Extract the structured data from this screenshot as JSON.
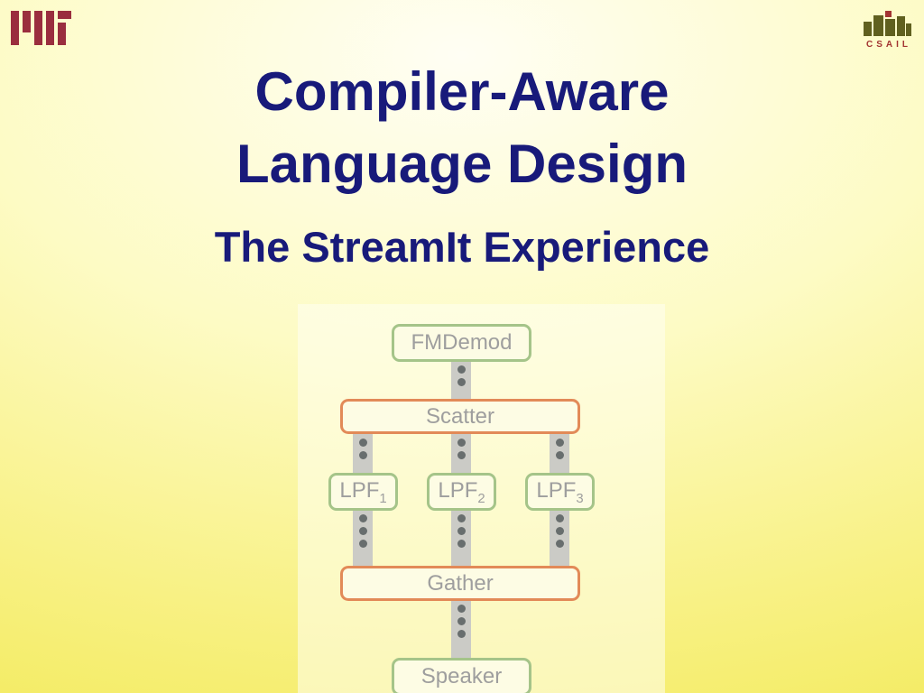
{
  "slide": {
    "title_line1": "Compiler-Aware",
    "title_line2": "Language Design",
    "subtitle": "The StreamIt Experience"
  },
  "logos": {
    "mit_name": "MIT",
    "csail_text": "CSAIL"
  },
  "diagram": {
    "fmdemod_label": "FMDemod",
    "scatter_label": "Scatter",
    "lpf_label": "LPF",
    "lpf_subscripts": [
      "1",
      "2",
      "3"
    ],
    "gather_label": "Gather",
    "speaker_label": "Speaker",
    "channels": {
      "fm_to_scatter": 2,
      "scatter_to_lpf1": 2,
      "scatter_to_lpf2": 2,
      "scatter_to_lpf3": 2,
      "lpf1_to_gather": 3,
      "lpf2_to_gather": 3,
      "lpf3_to_gather": 3,
      "gather_to_speaker": 3
    }
  },
  "colors": {
    "title_text": "#181a7a",
    "box_text": "#9e9e9e",
    "box_fill": "#fdfce4",
    "green_border": "#a5c489",
    "orange_border": "#e28a58",
    "channel_gray": "#cbcbc6",
    "dot_gray": "#686e6e",
    "mit_red": "#9a2e3e",
    "csail_olive": "#60601f",
    "csail_red": "#a23432",
    "background_yellow": "#f8f184"
  }
}
